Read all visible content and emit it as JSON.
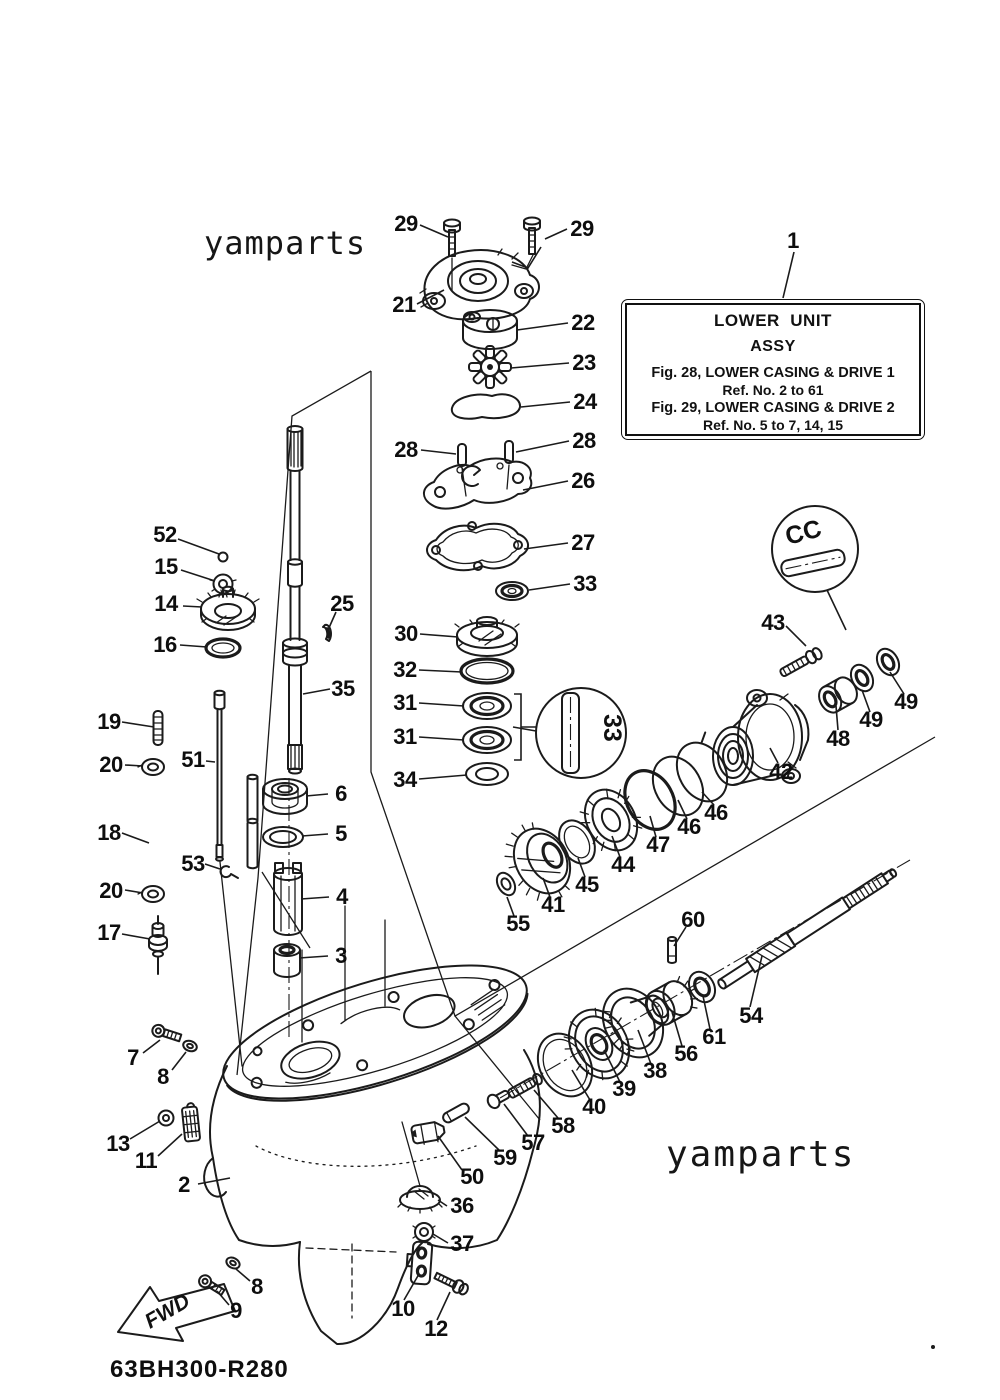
{
  "watermarks": {
    "top": "yamparts",
    "bottom": "yamparts"
  },
  "info_box": {
    "title_line1": "LOWER  UNIT",
    "title_line2": "ASSY",
    "fig28_line": "Fig. 28, LOWER CASING & DRIVE 1",
    "fig28_ref": "Ref. No. 2 to 61",
    "fig29_line": "Fig. 29, LOWER CASING & DRIVE 2",
    "fig29_ref": "Ref. No. 5 to 7, 14, 15"
  },
  "diagram_code": "63BH300-R280",
  "fwd_arrow_label": "FWD",
  "detail_stamps": {
    "mid_circle": "33",
    "top_right_circle": "CC"
  },
  "parts": [
    {
      "ref": "29"
    },
    {
      "ref": "29"
    },
    {
      "ref": "21"
    },
    {
      "ref": "22"
    },
    {
      "ref": "23"
    },
    {
      "ref": "24"
    },
    {
      "ref": "1"
    },
    {
      "ref": "28"
    },
    {
      "ref": "28"
    },
    {
      "ref": "26"
    },
    {
      "ref": "27"
    },
    {
      "ref": "33"
    },
    {
      "ref": "52"
    },
    {
      "ref": "15"
    },
    {
      "ref": "14"
    },
    {
      "ref": "16"
    },
    {
      "ref": "25"
    },
    {
      "ref": "35"
    },
    {
      "ref": "30"
    },
    {
      "ref": "32"
    },
    {
      "ref": "31"
    },
    {
      "ref": "31"
    },
    {
      "ref": "34"
    },
    {
      "ref": "19"
    },
    {
      "ref": "20"
    },
    {
      "ref": "51"
    },
    {
      "ref": "18"
    },
    {
      "ref": "53"
    },
    {
      "ref": "20"
    },
    {
      "ref": "17"
    },
    {
      "ref": "6"
    },
    {
      "ref": "5"
    },
    {
      "ref": "4"
    },
    {
      "ref": "3"
    },
    {
      "ref": "43"
    },
    {
      "ref": "48"
    },
    {
      "ref": "49"
    },
    {
      "ref": "49"
    },
    {
      "ref": "42"
    },
    {
      "ref": "46"
    },
    {
      "ref": "46"
    },
    {
      "ref": "47"
    },
    {
      "ref": "44"
    },
    {
      "ref": "45"
    },
    {
      "ref": "41"
    },
    {
      "ref": "55"
    },
    {
      "ref": "60"
    },
    {
      "ref": "54"
    },
    {
      "ref": "61"
    },
    {
      "ref": "56"
    },
    {
      "ref": "38"
    },
    {
      "ref": "39"
    },
    {
      "ref": "40"
    },
    {
      "ref": "58"
    },
    {
      "ref": "57"
    },
    {
      "ref": "59"
    },
    {
      "ref": "50"
    },
    {
      "ref": "36"
    },
    {
      "ref": "37"
    },
    {
      "ref": "7"
    },
    {
      "ref": "8"
    },
    {
      "ref": "13"
    },
    {
      "ref": "11"
    },
    {
      "ref": "2"
    },
    {
      "ref": "8"
    },
    {
      "ref": "9"
    },
    {
      "ref": "10"
    },
    {
      "ref": "12"
    }
  ]
}
